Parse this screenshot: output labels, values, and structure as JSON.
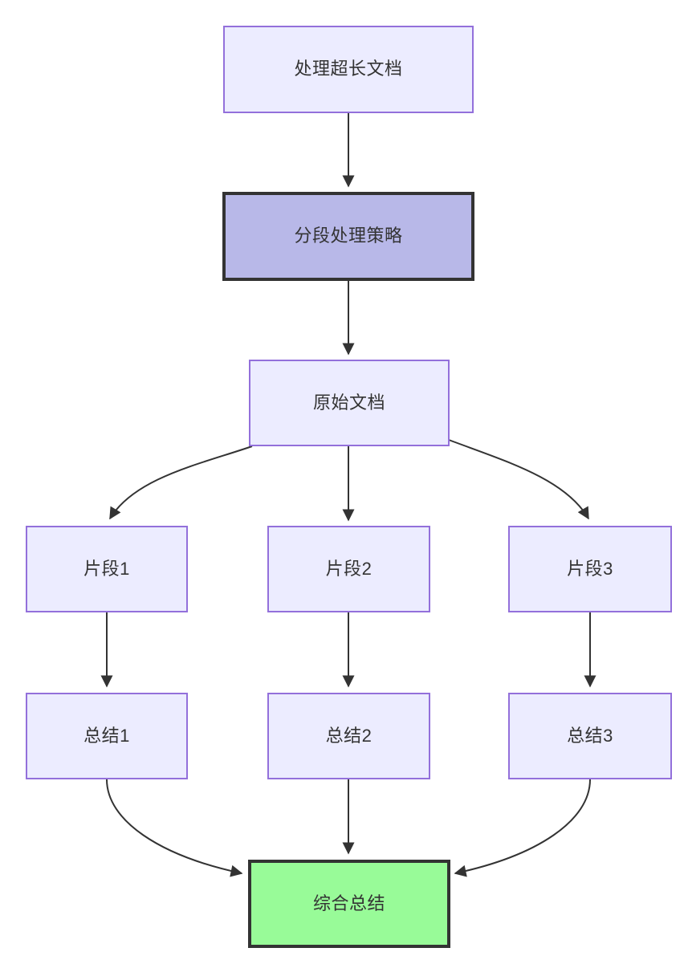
{
  "diagram": {
    "type": "flowchart-top-down",
    "nodes": [
      {
        "id": "start",
        "label": "处理超长文档",
        "type": "default"
      },
      {
        "id": "strategy",
        "label": "分段处理策略",
        "type": "strategy"
      },
      {
        "id": "source",
        "label": "原始文档",
        "type": "default"
      },
      {
        "id": "fragment1",
        "label": "片段1",
        "type": "default"
      },
      {
        "id": "fragment2",
        "label": "片段2",
        "type": "default"
      },
      {
        "id": "fragment3",
        "label": "片段3",
        "type": "default"
      },
      {
        "id": "summary1",
        "label": "总结1",
        "type": "default"
      },
      {
        "id": "summary2",
        "label": "总结2",
        "type": "default"
      },
      {
        "id": "summary3",
        "label": "总结3",
        "type": "default"
      },
      {
        "id": "final",
        "label": "综合总结",
        "type": "result"
      }
    ],
    "edges": [
      {
        "from": "start",
        "to": "strategy"
      },
      {
        "from": "strategy",
        "to": "source"
      },
      {
        "from": "source",
        "to": "fragment1"
      },
      {
        "from": "source",
        "to": "fragment2"
      },
      {
        "from": "source",
        "to": "fragment3"
      },
      {
        "from": "fragment1",
        "to": "summary1"
      },
      {
        "from": "fragment2",
        "to": "summary2"
      },
      {
        "from": "fragment3",
        "to": "summary3"
      },
      {
        "from": "summary1",
        "to": "final"
      },
      {
        "from": "summary2",
        "to": "final"
      },
      {
        "from": "summary3",
        "to": "final"
      }
    ],
    "colors": {
      "background": "#ffffff",
      "edge": "#333333",
      "text": "#333333",
      "node_default_fill": "#ECECFF",
      "node_default_border": "#9370DB",
      "node_strategy_fill": "#B8B8E8",
      "node_strategy_border": "#333333",
      "node_result_fill": "#98FB98",
      "node_result_border": "#333333"
    }
  }
}
